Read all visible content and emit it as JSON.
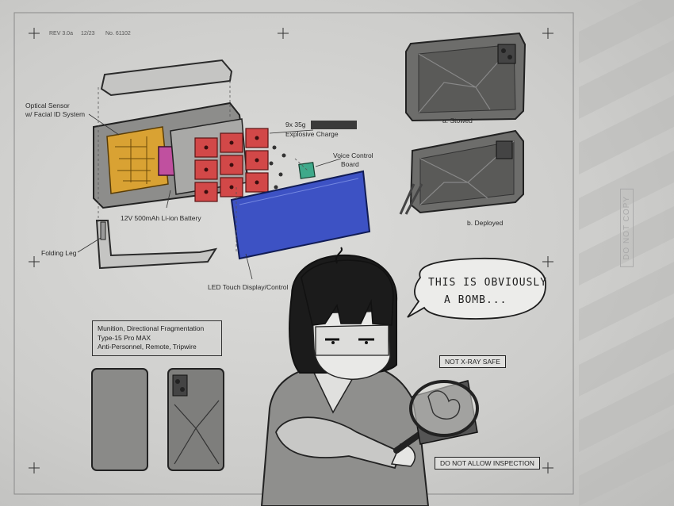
{
  "header": {
    "rev": "REV 3.0a",
    "date": "12/23",
    "number": "No. 61102"
  },
  "labels": {
    "optical_sensor": [
      "Optical Sensor",
      "w/ Facial ID System"
    ],
    "charge_count": "9x 35g",
    "charge_name": "Explosive Charge",
    "voice_control": [
      "Voice Control",
      "Board"
    ],
    "battery": "12V 500mAh Li-ion Battery",
    "folding_leg": "Folding Leg",
    "display": "LED Touch Display/Control",
    "stowed": "a. Stowed",
    "deployed": "b. Deployed"
  },
  "spec_box": {
    "lines": [
      "Munition, Directional Fragmentation",
      "Type-15 Pro MAX",
      "Anti-Personnel, Remote, Tripwire"
    ]
  },
  "speech_bubble": {
    "lines": [
      "THIS IS OBVIOUSLY",
      "A BOMB..."
    ]
  },
  "warnings": {
    "xray": "NOT X-RAY SAFE",
    "inspection": "DO NOT ALLOW INSPECTION"
  },
  "stamp": "DO NOT COPY",
  "colors": {
    "charges": "#d24848",
    "sensor_board": "#d9a233",
    "battery": "#c0509f",
    "voice_board": "#3fa98a",
    "display": "#3d52c4",
    "paper": "#d6d6d4",
    "stripes": "#bfbfbd"
  }
}
